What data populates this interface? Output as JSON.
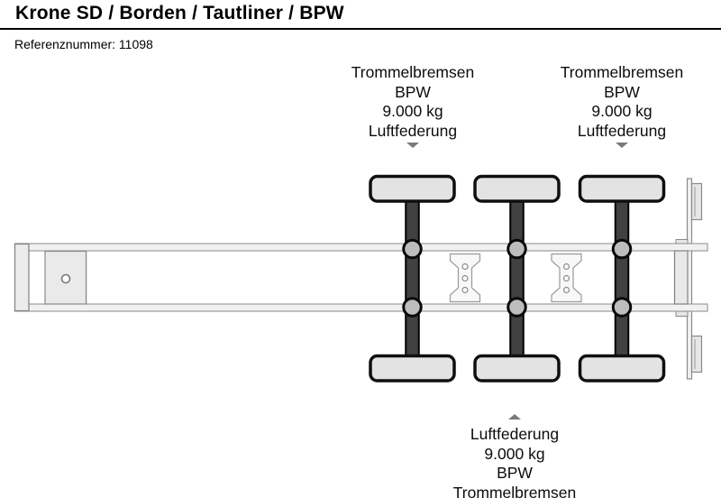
{
  "header": {
    "title": "Krone SD / Borden / Tautliner / BPW",
    "reference": "Referenznummer: 11098"
  },
  "annotations": {
    "front_axle_top": {
      "lines": [
        "Trommelbremsen",
        "BPW",
        "9.000 kg",
        "Luftfederung"
      ]
    },
    "rear_axle_top": {
      "lines": [
        "Trommelbremsen",
        "BPW",
        "9.000 kg",
        "Luftfederung"
      ]
    },
    "middle_axle_bottom": {
      "lines": [
        "Luftfederung",
        "9.000 kg",
        "BPW",
        "Trommelbremsen"
      ]
    }
  },
  "diagram": {
    "type": "trailer-chassis-top-view",
    "axle_count": 3
  },
  "colors": {
    "background": "#ffffff",
    "text": "#000000",
    "divider": "#000000",
    "arrow": "#7a7a7a",
    "wheel_fill": "#e3e3e3",
    "outline_dark": "#111111",
    "axle_fill": "#414141",
    "hub_fill": "#bdbdbd",
    "frame_fill": "#f1f1f1",
    "frame_stroke": "#888888",
    "plate_fill": "#eaeaea"
  }
}
